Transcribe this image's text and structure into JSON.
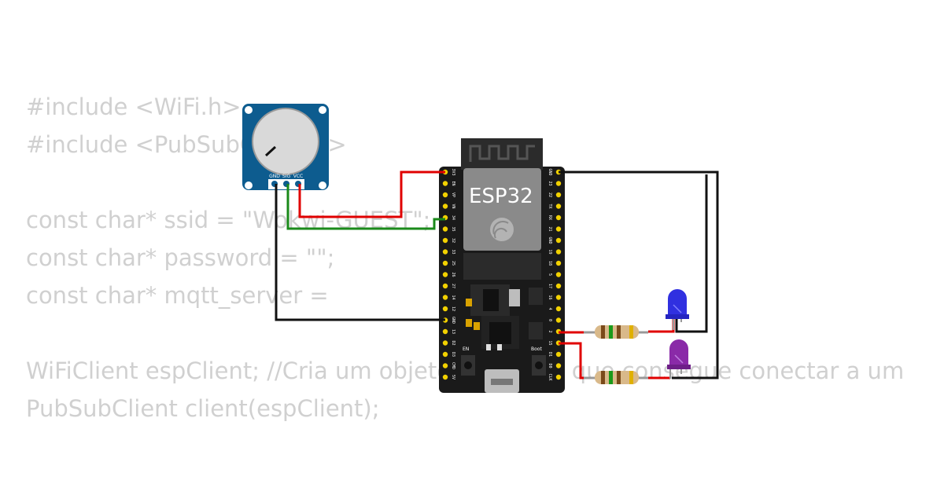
{
  "code_lines": [
    "#include <WiFi.h>",
    "#include <PubSubClient.h>",
    "",
    "const char* ssid = \"Wokwi-GUEST\";",
    "const char* password = \"\";",
    "const char* mqtt_server = ",
    "",
    "WiFiClient espClient; //Cria um objeto espClient que consegue conectar a um",
    "PubSubClient client(espClient);"
  ],
  "board": {
    "label": "ESP32",
    "en_label": "EN",
    "boot_label": "Boot",
    "left_pins": [
      "3V3",
      "EN",
      "VP",
      "VN",
      "34",
      "35",
      "32",
      "33",
      "25",
      "26",
      "27",
      "14",
      "12",
      "GND",
      "13",
      "D2",
      "D3",
      "CMD",
      "5V"
    ],
    "right_pins": [
      "GND",
      "23",
      "22",
      "TX",
      "RX",
      "21",
      "GND",
      "19",
      "18",
      "5",
      "17",
      "16",
      "4",
      "0",
      "2",
      "15",
      "D1",
      "D0",
      "CLK"
    ]
  },
  "potentiometer": {
    "pins": [
      "GND",
      "SIG",
      "VCC"
    ]
  },
  "colors": {
    "board": "#1a1a1a",
    "module": "#8a8a8a",
    "pot_pcb": "#0d5c8f",
    "wire_red": "#e00000",
    "wire_green": "#1a8a1a",
    "wire_black": "#111111",
    "led_blue": "#3030e0",
    "led_purple": "#8a2aa8",
    "code_text": "#d0d0d0"
  }
}
